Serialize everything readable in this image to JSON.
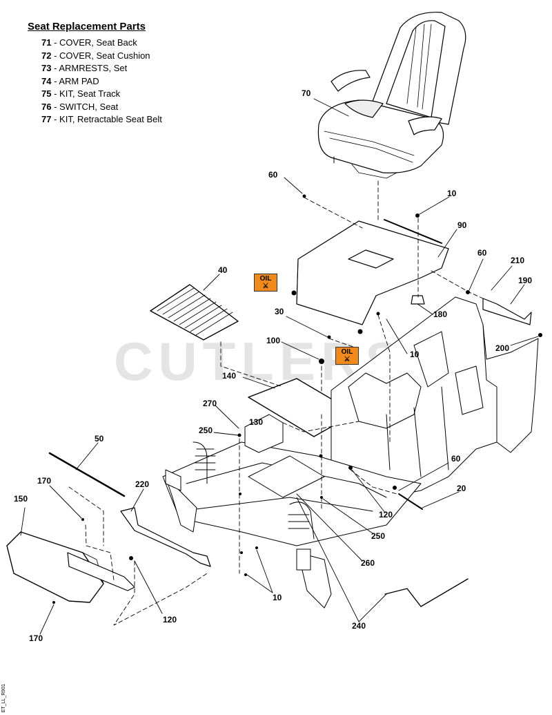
{
  "legend": {
    "title": "Seat Replacement Parts",
    "items": [
      {
        "num": "71",
        "text": "COVER, Seat Back"
      },
      {
        "num": "72",
        "text": "COVER, Seat Cushion"
      },
      {
        "num": "73",
        "text": "ARMRESTS, Set"
      },
      {
        "num": "74",
        "text": "ARM PAD"
      },
      {
        "num": "75",
        "text": "KIT, Seat Track"
      },
      {
        "num": "76",
        "text": "SWITCH, Seat"
      },
      {
        "num": "77",
        "text": "KIT, Retractable Seat Belt"
      }
    ]
  },
  "watermark": "CUTLERS",
  "oil_label": "OIL",
  "callouts": {
    "c70": "70",
    "c60a": "60",
    "c10a": "10",
    "c90": "90",
    "c60b": "60",
    "c210": "210",
    "c190": "190",
    "c40": "40",
    "c180": "180",
    "c30": "30",
    "c100": "100",
    "c10b": "10",
    "c200": "200",
    "c140": "140",
    "c270": "270",
    "c130": "130",
    "c250a": "250",
    "c50": "50",
    "c60c": "60",
    "c20": "20",
    "c220": "220",
    "c170a": "170",
    "c150": "150",
    "c120a": "120",
    "c250b": "250",
    "c260": "260",
    "c120b": "120",
    "c10c": "10",
    "c240": "240",
    "c170b": "170"
  },
  "doc_code": "ET_LL_R901"
}
